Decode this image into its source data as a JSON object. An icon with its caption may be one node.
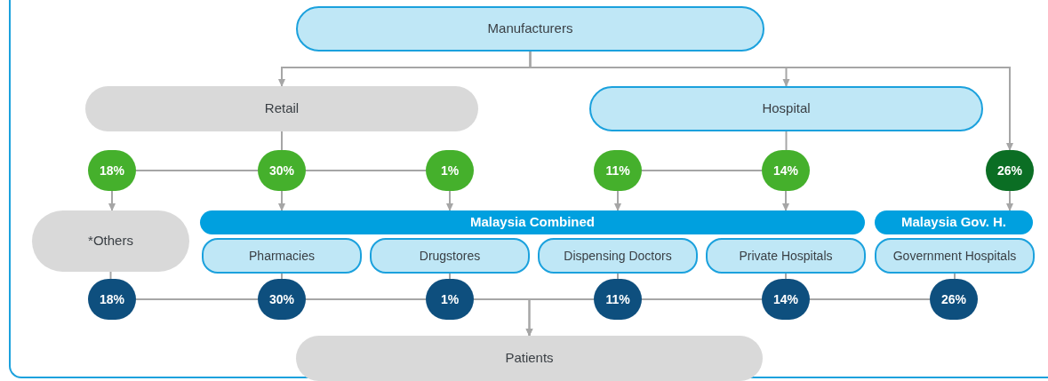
{
  "diagram": {
    "nodes": [
      {
        "text": [
          "Manufacturers"
        ]
      },
      {
        "text": [
          "Retail"
        ]
      },
      {
        "text": [
          "Hospital"
        ]
      },
      {
        "text": [
          "18%"
        ]
      },
      {
        "text": [
          "30%"
        ]
      },
      {
        "text": [
          "1%"
        ]
      },
      {
        "text": [
          "11%"
        ]
      },
      {
        "text": [
          "14%"
        ]
      },
      {
        "text": [
          "26%"
        ]
      },
      {
        "text": [
          "*Others"
        ]
      },
      {
        "text": [
          "Malaysia Combined"
        ]
      },
      {
        "text": [
          "Pharmacies"
        ]
      },
      {
        "text": [
          "Drugstores"
        ]
      },
      {
        "text": [
          "Dispensing Doctors"
        ]
      },
      {
        "text": [
          "Private Hospitals"
        ]
      },
      {
        "text": [
          "Malaysia Gov. H."
        ]
      },
      {
        "text": [
          "Government Hospitals"
        ]
      },
      {
        "text": [
          "18%"
        ]
      },
      {
        "text": [
          "30%"
        ]
      },
      {
        "text": [
          "1%"
        ]
      },
      {
        "text": [
          "11%"
        ]
      },
      {
        "text": [
          "14%"
        ]
      },
      {
        "text": [
          "26%"
        ]
      },
      {
        "text": [
          "Patients"
        ]
      }
    ],
    "edges": [
      {
        "from": 0,
        "to": 1,
        "arrow": "to"
      },
      {
        "from": 0,
        "to": 2,
        "arrow": "to"
      },
      {
        "from": 0,
        "to": 8,
        "arrow": "to"
      },
      {
        "from": 1,
        "to": 4,
        "arrow": "none"
      },
      {
        "from": 4,
        "to": 3,
        "arrow": "none"
      },
      {
        "from": 4,
        "to": 5,
        "arrow": "none"
      },
      {
        "from": 2,
        "to": 7,
        "arrow": "none"
      },
      {
        "from": 7,
        "to": 6,
        "arrow": "none"
      },
      {
        "from": 3,
        "to": 9,
        "arrow": "to"
      },
      {
        "from": 4,
        "to": 10,
        "arrow": "to"
      },
      {
        "from": 5,
        "to": 10,
        "arrow": "to"
      },
      {
        "from": 6,
        "to": 10,
        "arrow": "to"
      },
      {
        "from": 7,
        "to": 10,
        "arrow": "to"
      },
      {
        "from": 8,
        "to": 15,
        "arrow": "to"
      },
      {
        "from": 9,
        "to": 17,
        "arrow": "none"
      },
      {
        "from": 11,
        "to": 18,
        "arrow": "none"
      },
      {
        "from": 12,
        "to": 19,
        "arrow": "none"
      },
      {
        "from": 13,
        "to": 20,
        "arrow": "none"
      },
      {
        "from": 14,
        "to": 21,
        "arrow": "none"
      },
      {
        "from": 16,
        "to": 22,
        "arrow": "none"
      },
      {
        "from": 17,
        "to": 18,
        "arrow": "none"
      },
      {
        "from": 18,
        "to": 19,
        "arrow": "none"
      },
      {
        "from": 19,
        "to": 23,
        "arrow": "to"
      },
      {
        "from": 20,
        "to": 23,
        "arrow": "to"
      },
      {
        "from": 21,
        "to": 20,
        "arrow": "none"
      },
      {
        "from": 22,
        "to": 21,
        "arrow": "none"
      }
    ]
  }
}
